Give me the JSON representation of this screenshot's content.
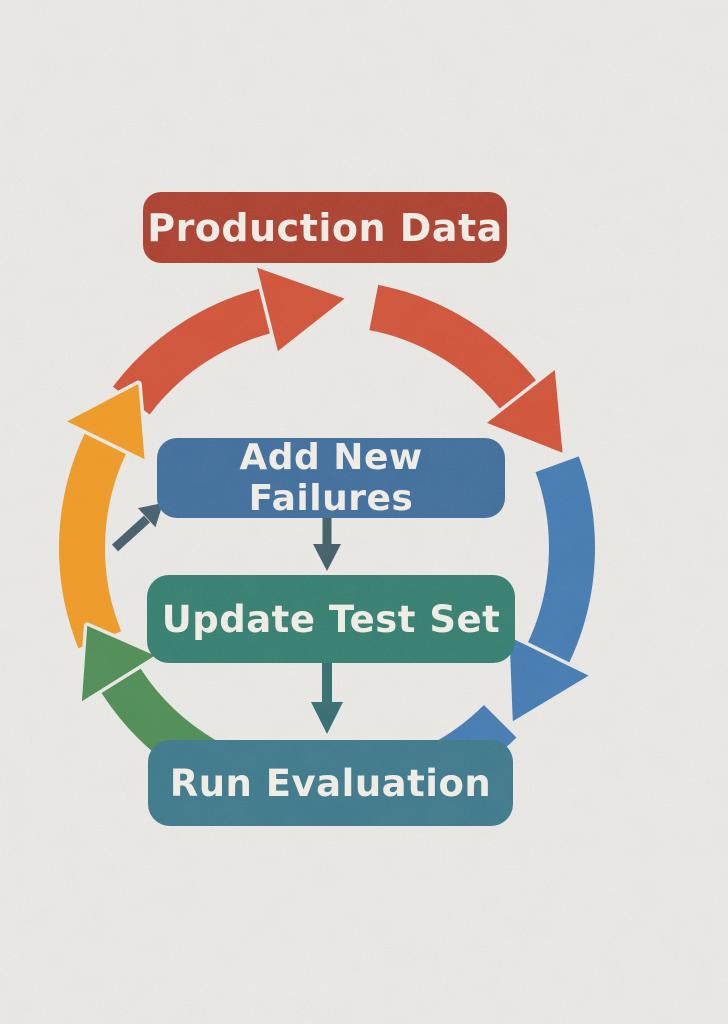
{
  "page": {
    "background_color": "#eeedea"
  },
  "diagram": {
    "type": "cycle-flowchart",
    "text_color": "#f6f3ec",
    "nodes": [
      {
        "id": "production-data",
        "label": "Production Data",
        "color": "#ad3a28"
      },
      {
        "id": "add-new-failures",
        "label": "Add New Failures",
        "color": "#3a6b9d"
      },
      {
        "id": "update-test-set",
        "label": "Update Test Set",
        "color": "#2e7d6d"
      },
      {
        "id": "run-evaluation",
        "label": "Run Evaluation",
        "color": "#37778b"
      }
    ],
    "cycle_segments": [
      {
        "id": "orange-left-arc",
        "color": "#f49a1d"
      },
      {
        "id": "red-top-left-arc",
        "color": "#d44e32"
      },
      {
        "id": "red-top-right-arc",
        "color": "#d44e32"
      },
      {
        "id": "blue-right-arc",
        "color": "#3e79b4"
      },
      {
        "id": "blue-bottom-right-arc",
        "color": "#3e79b4"
      },
      {
        "id": "green-bottom-left-arc",
        "color": "#4a8c51"
      }
    ],
    "connectors": [
      {
        "id": "arrow-into-add-new-failures",
        "color": "#3e5a68"
      },
      {
        "id": "arrow-add-to-update",
        "color": "#3b5a64"
      },
      {
        "id": "arrow-update-to-run",
        "color": "#2d6b6f"
      }
    ]
  }
}
